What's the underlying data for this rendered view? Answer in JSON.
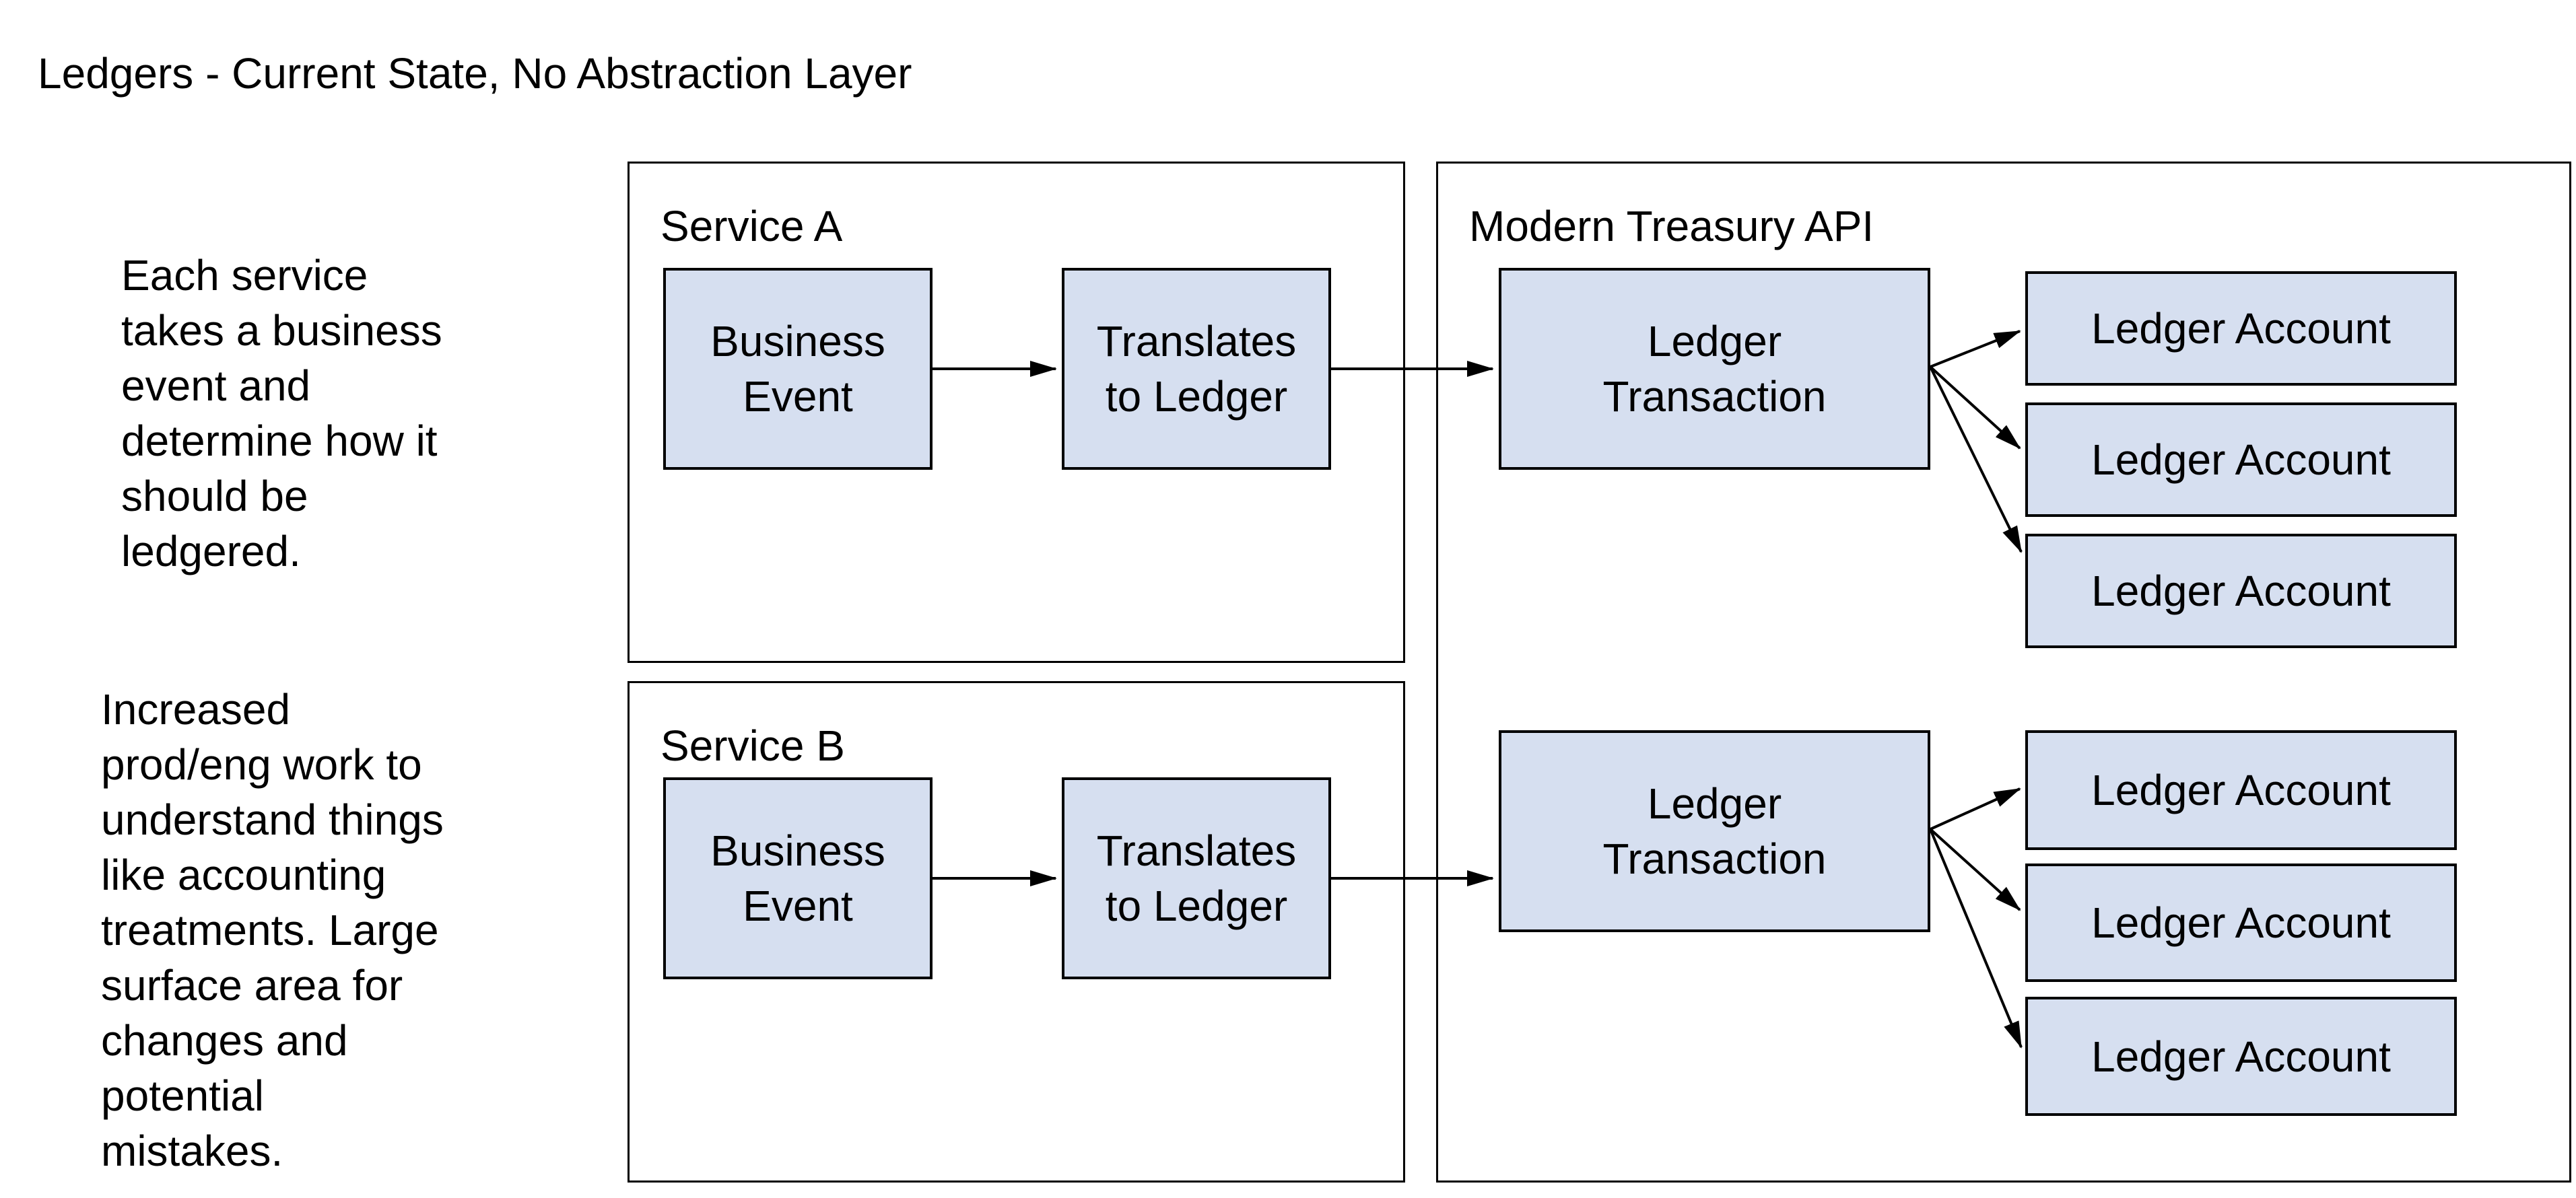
{
  "page": {
    "title": "Ledgers - Current State, No Abstraction Layer",
    "background": "#ffffff"
  },
  "notes": [
    {
      "text": "Each service\ntakes a business\nevent and\ndetermine how it\nshould be\nledgered."
    },
    {
      "text": "Increased\nprod/eng work to\nunderstand things\nlike accounting\ntreatments. Large\nsurface area for\nchanges and\npotential\nmistakes."
    }
  ],
  "containers": {
    "service_a": {
      "label": "Service A"
    },
    "service_b": {
      "label": "Service B"
    },
    "modern_treasury_api": {
      "label": "Modern Treasury API"
    }
  },
  "nodes": {
    "business_event": "Business\nEvent",
    "translates_to_ledger": "Translates\nto Ledger",
    "ledger_transaction": "Ledger\nTransaction",
    "ledger_account": "Ledger Account"
  },
  "edges": [
    {
      "from": "service-a.business-event",
      "to": "service-a.translates-to-ledger"
    },
    {
      "from": "service-a.translates-to-ledger",
      "to": "mt-api.ledger-transaction-1"
    },
    {
      "from": "mt-api.ledger-transaction-1",
      "to": "mt-api.ledger-account-1"
    },
    {
      "from": "mt-api.ledger-transaction-1",
      "to": "mt-api.ledger-account-2"
    },
    {
      "from": "mt-api.ledger-transaction-1",
      "to": "mt-api.ledger-account-3"
    },
    {
      "from": "service-b.business-event",
      "to": "service-b.translates-to-ledger"
    },
    {
      "from": "service-b.translates-to-ledger",
      "to": "mt-api.ledger-transaction-2"
    },
    {
      "from": "mt-api.ledger-transaction-2",
      "to": "mt-api.ledger-account-4"
    },
    {
      "from": "mt-api.ledger-transaction-2",
      "to": "mt-api.ledger-account-5"
    },
    {
      "from": "mt-api.ledger-transaction-2",
      "to": "mt-api.ledger-account-6"
    }
  ],
  "colors": {
    "background": "#ffffff",
    "node_fill": "#d6dff0",
    "node_border": "#000000",
    "container_border": "#000000",
    "arrow": "#000000",
    "text": "#000000"
  }
}
